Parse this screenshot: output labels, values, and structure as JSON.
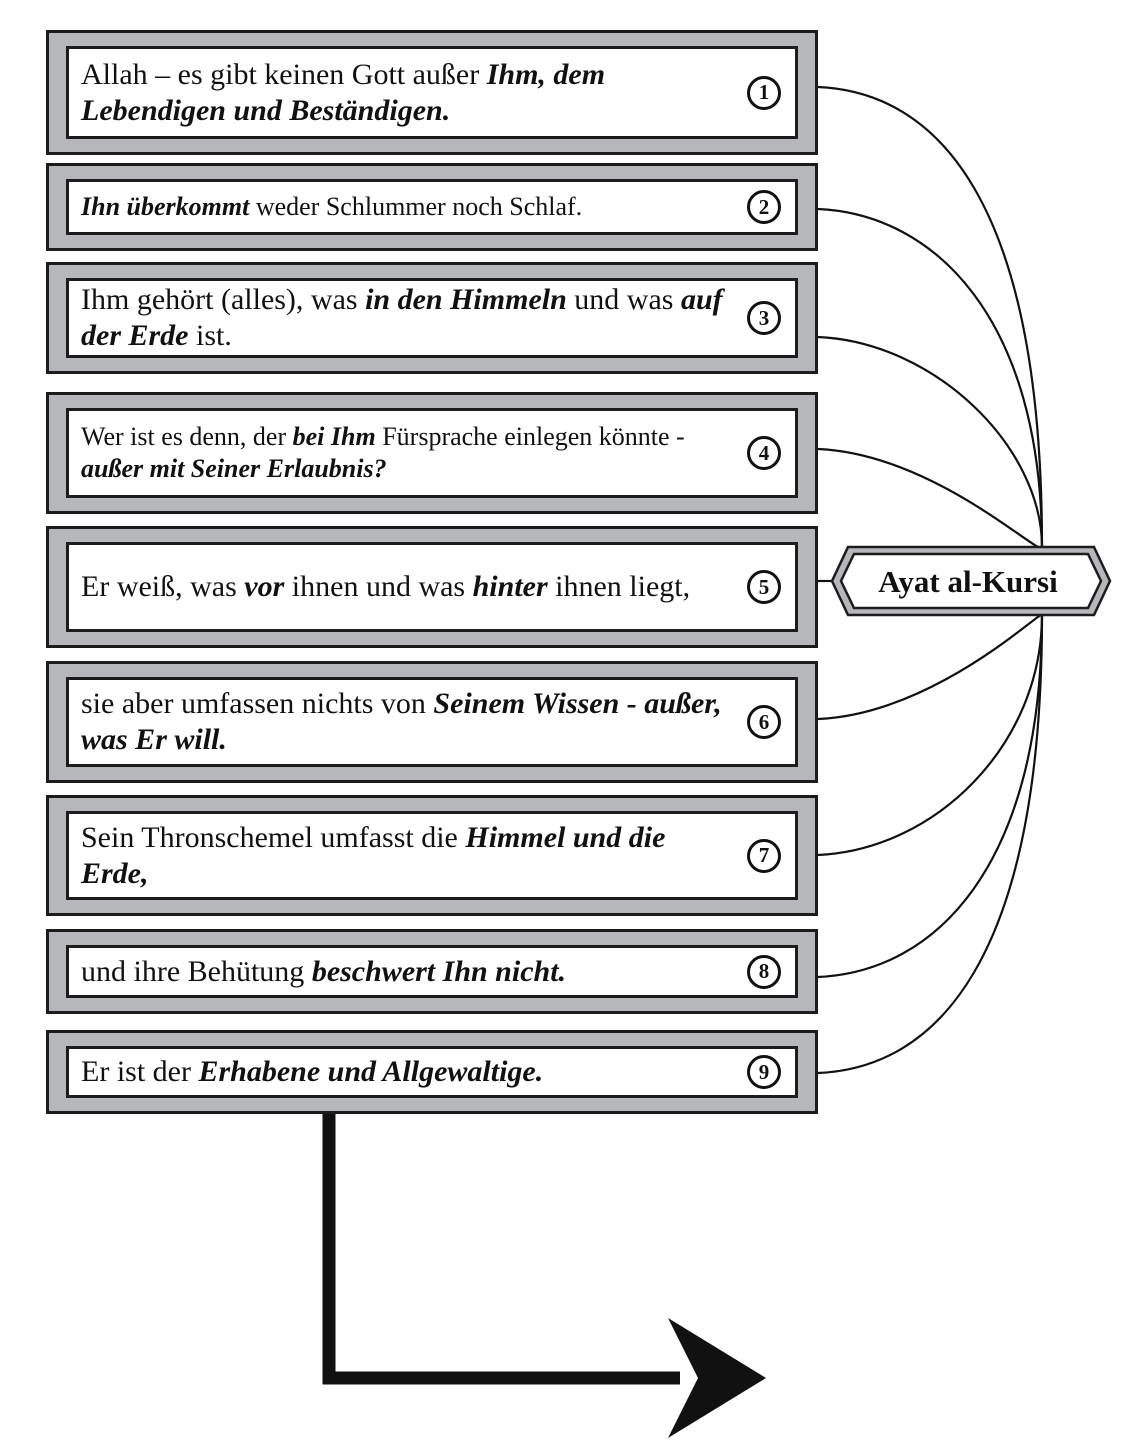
{
  "hub": {
    "label": "Ayat al-Kursi"
  },
  "verses": [
    {
      "number": "1",
      "parts": [
        {
          "text": "Allah – es gibt keinen Gott außer ",
          "bold": false
        },
        {
          "text": "Ihm, dem Lebendigen und Beständigen.",
          "bold": true
        }
      ]
    },
    {
      "number": "2",
      "parts": [
        {
          "text": "Ihn überkommt",
          "bold": true
        },
        {
          "text": " weder Schlummer noch Schlaf.",
          "bold": false
        }
      ]
    },
    {
      "number": "3",
      "parts": [
        {
          "text": "Ihm gehört (alles), was ",
          "bold": false
        },
        {
          "text": "in den Himmeln",
          "bold": true
        },
        {
          "text": " und was ",
          "bold": false
        },
        {
          "text": "auf der Erde",
          "bold": true
        },
        {
          "text": " ist.",
          "bold": false
        }
      ]
    },
    {
      "number": "4",
      "parts": [
        {
          "text": "Wer ist es denn, der ",
          "bold": false
        },
        {
          "text": "bei Ihm",
          "bold": true
        },
        {
          "text": " Fürsprache einlegen könnte - ",
          "bold": false
        },
        {
          "text": "außer mit Seiner Erlaubnis?",
          "bold": true
        }
      ]
    },
    {
      "number": "5",
      "parts": [
        {
          "text": "Er weiß, was ",
          "bold": false
        },
        {
          "text": "vor",
          "bold": true
        },
        {
          "text": " ihnen und was ",
          "bold": false
        },
        {
          "text": "hinter",
          "bold": true
        },
        {
          "text": " ihnen liegt,",
          "bold": false
        }
      ]
    },
    {
      "number": "6",
      "parts": [
        {
          "text": "sie aber umfassen nichts von ",
          "bold": false
        },
        {
          "text": "Seinem Wissen - außer, was Er will.",
          "bold": true
        }
      ]
    },
    {
      "number": "7",
      "parts": [
        {
          "text": "Sein Thronschemel umfasst die ",
          "bold": false
        },
        {
          "text": "Himmel und die Erde,",
          "bold": true
        }
      ]
    },
    {
      "number": "8",
      "parts": [
        {
          "text": "und ihre Behütung ",
          "bold": false
        },
        {
          "text": "beschwert Ihn nicht.",
          "bold": true
        }
      ]
    },
    {
      "number": "9",
      "parts": [
        {
          "text": "Er ist der ",
          "bold": false
        },
        {
          "text": "Erhabene und Allgewaltige.",
          "bold": true
        }
      ]
    }
  ]
}
